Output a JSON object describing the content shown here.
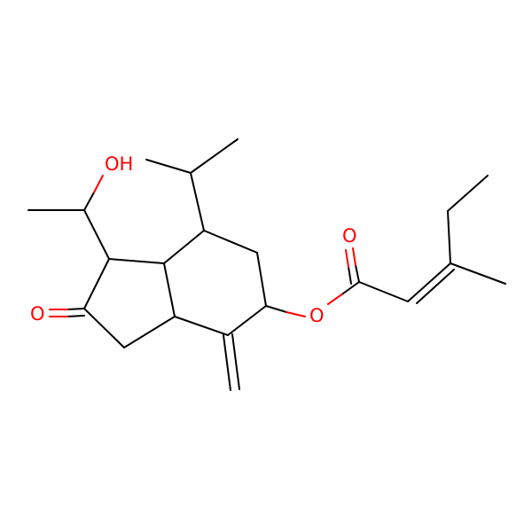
{
  "colors": {
    "bond": "#000000",
    "oxygen": "#ff0000"
  },
  "atoms": {
    "hydroxyl": "OH",
    "ketone_oxygen": "O",
    "ester_oxygen": "O",
    "carbonyl_oxygen": "O"
  }
}
